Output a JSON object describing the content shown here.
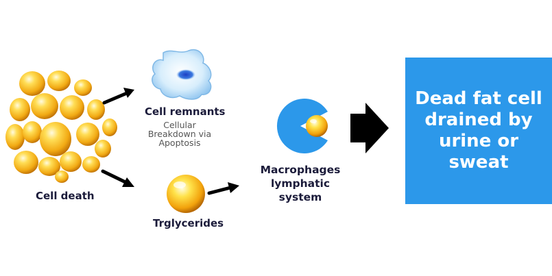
{
  "labels": {
    "cell_death": "Cell death",
    "cell_remnants": "Cell remnants",
    "apoptosis": "Cellular Breakdown via Apoptosis",
    "triglycerides": "Trglycerides",
    "macrophages": "Macrophages lymphatic system",
    "result": "Dead fat cell drained by urine or sweat"
  },
  "colors": {
    "fat_cell_light": "#ffe680",
    "fat_cell_mid": "#f6b81a",
    "fat_cell_dark": "#c87a06",
    "macrophage": "#2c98ea",
    "remnant_light": "#e6f4ff",
    "remnant_nucleus": "#2b5fd6",
    "arrow": "#000000",
    "box": "#2c98ea"
  }
}
